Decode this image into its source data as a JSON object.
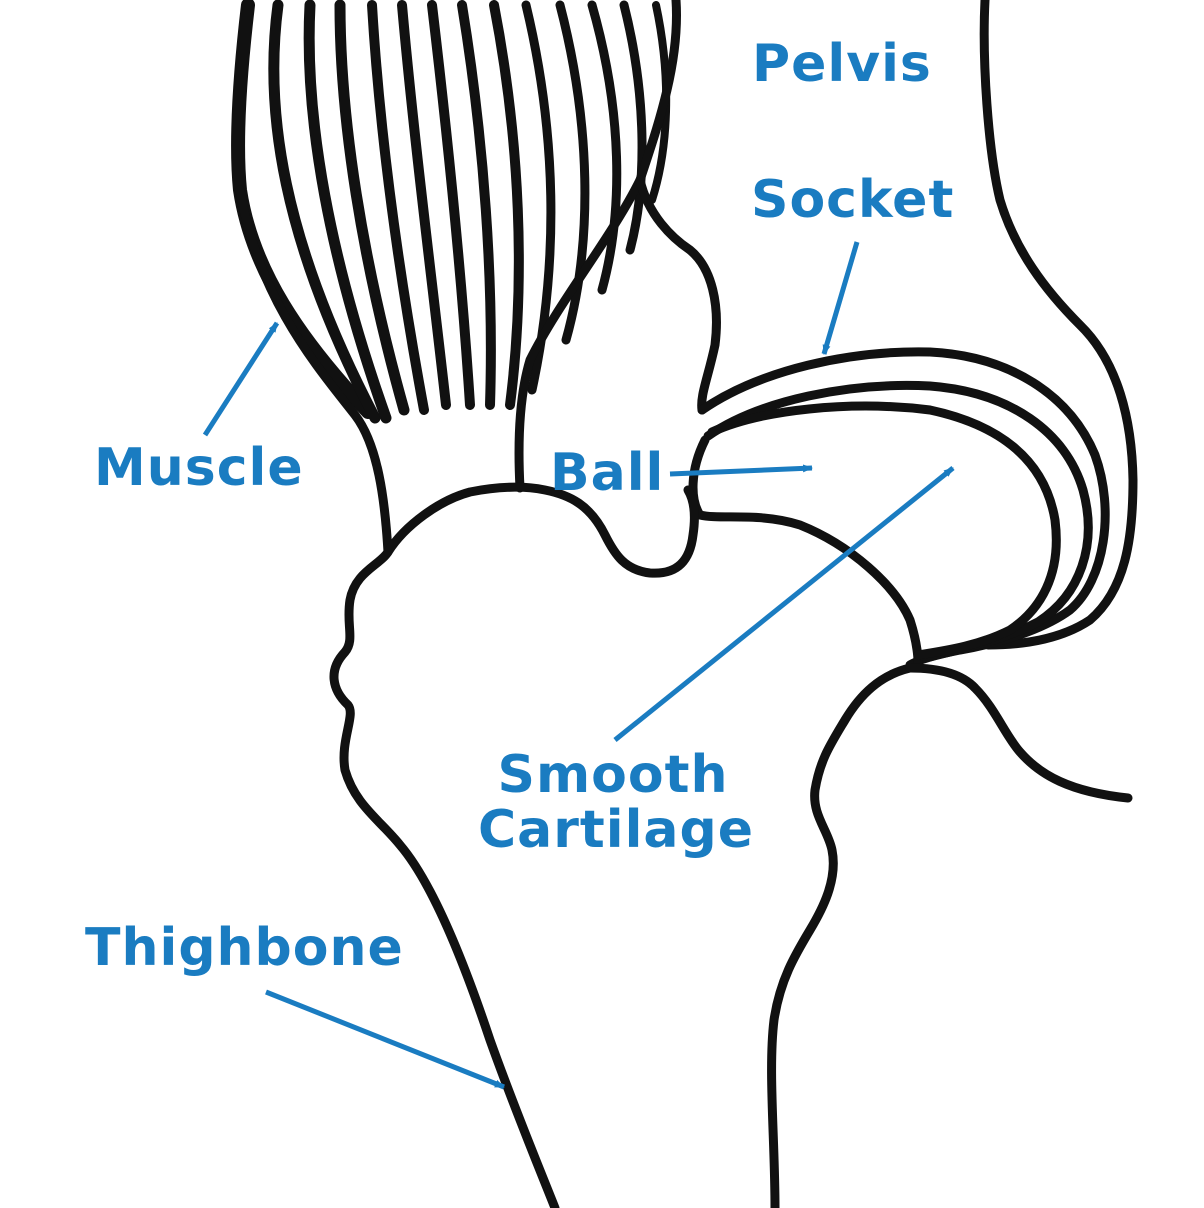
{
  "labels": {
    "pelvis": "Pelvis",
    "socket": "Socket",
    "muscle": "Muscle",
    "ball": "Ball",
    "smooth_cartilage_line1": "Smooth",
    "smooth_cartilage_line2": "Cartilage",
    "thighbone": "Thighbone"
  },
  "colors": {
    "label": "#1a7cc1",
    "arrow": "#1a7cc1",
    "outline": "#111111",
    "background": "#ffffff"
  }
}
